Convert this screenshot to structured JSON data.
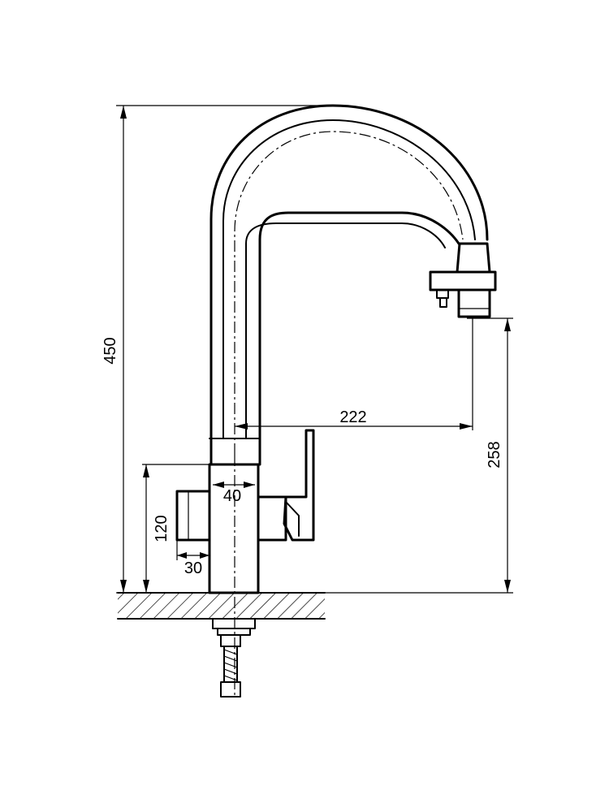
{
  "drawing": {
    "subject": "faucet-dimension-drawing",
    "dimensions": {
      "total_height": "450",
      "spout_reach": "222",
      "spout_clearance": "258",
      "body_height": "120",
      "body_width": "40",
      "handle_offset": "30"
    }
  }
}
